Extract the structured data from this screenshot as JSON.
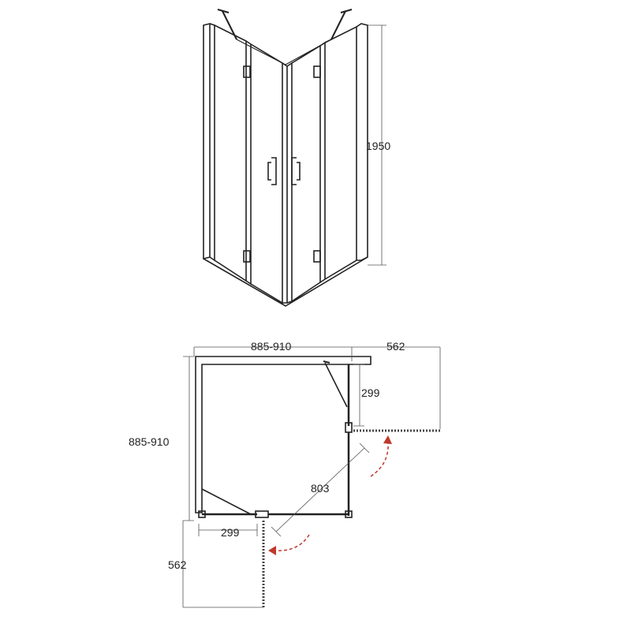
{
  "dimensions": {
    "height": "1950",
    "top_width": "885-910",
    "top_opening": "562",
    "right_panel": "299",
    "diagonal": "803",
    "left_depth": "885-910",
    "bottom_panel": "299",
    "bottom_opening": "562"
  },
  "colors": {
    "line": "#222222",
    "swing_arrow": "#c0392b",
    "dim_line": "#555555"
  }
}
